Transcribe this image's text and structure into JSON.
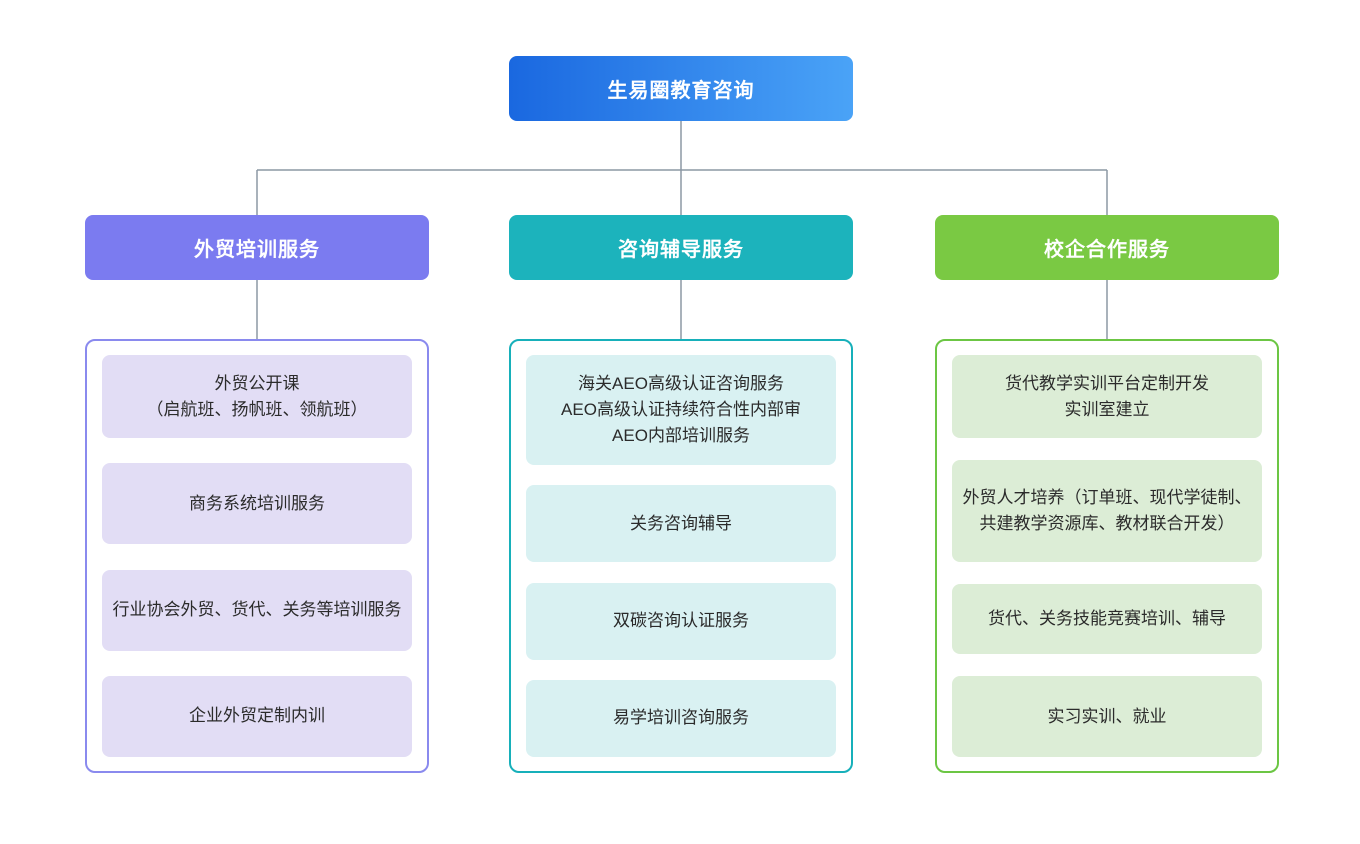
{
  "diagram": {
    "type": "organization-tree",
    "background_color": "#ffffff",
    "connector_color": "#8c98a4",
    "root": {
      "label": "生易圈教育咨询",
      "gradient_from": "#1a68e0",
      "gradient_to": "#4aa3f7"
    },
    "branches": [
      {
        "label": "外贸培训服务",
        "header_color": "#7b7bf0",
        "panel_border_color": "#8a8aee",
        "leaf_color": "#e2ddf5",
        "items": [
          "外贸公开课\n（启航班、扬帆班、领航班）",
          "商务系统培训服务",
          "行业协会外贸、货代、关务等培训服务",
          "企业外贸定制内训"
        ]
      },
      {
        "label": "咨询辅导服务",
        "header_color": "#1cb3bc",
        "panel_border_color": "#17b0ba",
        "leaf_color": "#d9f1f2",
        "items": [
          "海关AEO高级认证咨询服务\nAEO高级认证持续符合性内部审\nAEO内部培训服务",
          "关务咨询辅导",
          "双碳咨询认证服务",
          "易学培训咨询服务"
        ]
      },
      {
        "label": "校企合作服务",
        "header_color": "#7ac943",
        "panel_border_color": "#6cc644",
        "leaf_color": "#dcedd6",
        "items": [
          "货代教学实训平台定制开发\n实训室建立",
          "外贸人才培养（订单班、现代学徒制、共建教学资源库、教材联合开发）",
          "货代、关务技能竞赛培训、辅导",
          "实习实训、就业"
        ]
      }
    ]
  }
}
